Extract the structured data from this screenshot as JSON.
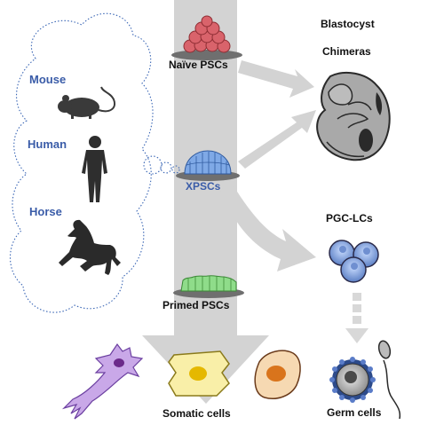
{
  "species": {
    "mouse": "Mouse",
    "human": "Human",
    "horse": "Horse"
  },
  "cells": {
    "naive": "Naïve PSCs",
    "xpscs": "XPSCs",
    "primed": "Primed PSCs",
    "somatic": "Somatic cells"
  },
  "outcomes": {
    "blastocyst": "Blastocyst",
    "chimeras": "Chimeras",
    "pgclc": "PGC-LCs",
    "germ": "Germ cells"
  },
  "colors": {
    "species_text": "#3a5ca8",
    "xpscs_text": "#3a5ca8",
    "arrow_gray": "#d3d3d3",
    "naive_colony": "#d9636b",
    "xpsc_colony": "#7fa9e6",
    "primed_colony": "#8fdc8a"
  },
  "icons": [
    "mouse-icon",
    "human-icon",
    "horse-icon",
    "embryo-icon",
    "pgclc-cells-icon",
    "germ-cell-icon",
    "sperm-icon",
    "neuron-icon",
    "epithelial-cell-icon",
    "fibroblast-cell-icon"
  ]
}
